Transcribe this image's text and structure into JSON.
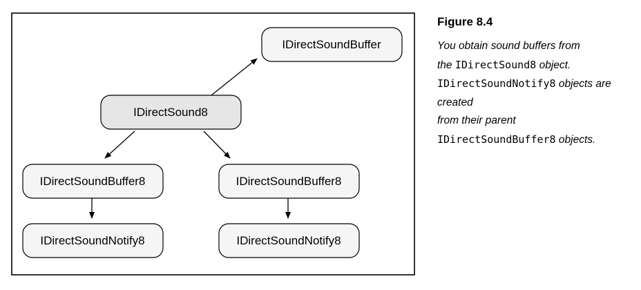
{
  "figure": {
    "title": "Figure 8.4",
    "caption": {
      "part1": "You obtain sound buffers from the",
      "code1": "IDirectSound8",
      "part2": "object.",
      "code2": "IDirectSoundNotify8",
      "part3": "objects are created from their parent",
      "code3": "IDirectSoundBuffer8",
      "part4": "objects."
    }
  },
  "diagram": {
    "nodes": {
      "top_buffer": "IDirectSoundBuffer",
      "root": "IDirectSound8",
      "left_buffer": "IDirectSoundBuffer8",
      "right_buffer": "IDirectSoundBuffer8",
      "left_notify": "IDirectSoundNotify8",
      "right_notify": "IDirectSoundNotify8"
    },
    "colors": {
      "root_fill": "#e6e6e6",
      "node_fill": "#f5f5f5",
      "stroke": "#000000"
    }
  }
}
